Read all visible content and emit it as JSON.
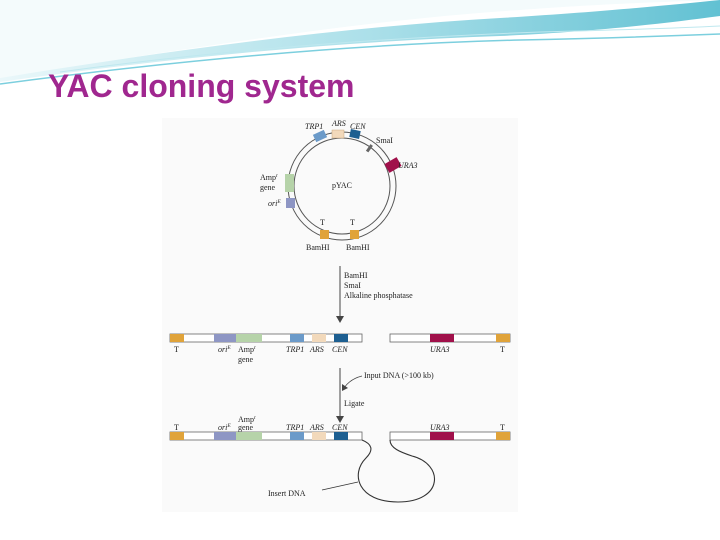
{
  "slide": {
    "title": "YAC cloning system",
    "colors": {
      "title": "#a0278f",
      "header_swoosh": "#8fd6e3",
      "header_swoosh_dark": "#3fb2c8",
      "marker_T": "#e0a33a",
      "marker_ori": "#8e96c4",
      "marker_amp": "#b6d3a9",
      "marker_trp1": "#6b9ac9",
      "marker_ars": "#f2d9bb",
      "marker_cen": "#1d5f91",
      "marker_ura3": "#a0104a"
    }
  },
  "figure": {
    "plasmid": {
      "name": "pYAC",
      "labels": {
        "trp1": "TRP1",
        "ars": "ARS",
        "cen": "CEN",
        "smai": "SmaI",
        "ura3": "URA3",
        "amp_line1": "Amp",
        "amp_sup": "r",
        "amp_line2": "gene",
        "ori": "ori",
        "ori_sup": "E",
        "t_left": "T",
        "t_right": "T",
        "bamhi_left": "BamHI",
        "bamhi_right": "BamHI"
      }
    },
    "step1": {
      "line1": "BamHI",
      "line2": "SmaI",
      "line3": "Alkaline phosphatase"
    },
    "linear1": {
      "t_left": "T",
      "ori": "ori",
      "ori_sup": "E",
      "amp_line1": "Amp",
      "amp_sup": "r",
      "amp_line2": "gene",
      "trp1": "TRP1",
      "ars": "ARS",
      "cen": "CEN",
      "ura3": "URA3",
      "t_right": "T"
    },
    "step2": {
      "input": "Input DNA (>100 kb)",
      "ligate": "Ligate"
    },
    "linear2": {
      "t_left": "T",
      "ori": "ori",
      "ori_sup": "E",
      "amp_line1": "Amp",
      "amp_sup": "r",
      "amp_line2": "gene",
      "trp1": "TRP1",
      "ars": "ARS",
      "cen": "CEN",
      "ura3": "URA3",
      "t_right": "T",
      "insert": "Insert DNA"
    }
  }
}
